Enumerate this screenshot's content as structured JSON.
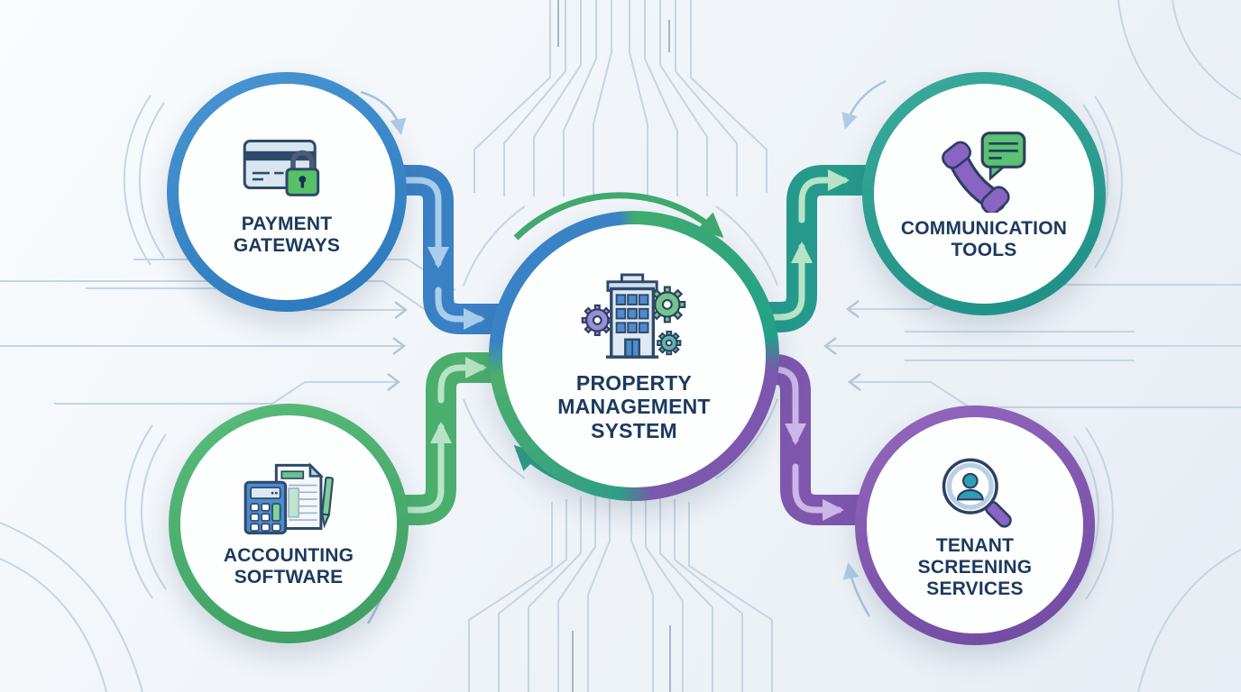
{
  "diagram": {
    "center_node": {
      "id": "property-management-system",
      "label": "PROPERTY MANAGEMENT SYSTEM",
      "lines": [
        "PROPERTY",
        "MANAGEMENT",
        "SYSTEM"
      ],
      "icon": "building-gears-icon"
    },
    "nodes": [
      {
        "id": "payment-gateways",
        "label": "PAYMENT GATEWAYS",
        "lines": [
          "PAYMENT",
          "GATEWAYS"
        ],
        "icon": "credit-card-lock-icon",
        "accent": "#3182c4"
      },
      {
        "id": "communication-tools",
        "label": "COMMUNICATION TOOLS",
        "lines": [
          "COMMUNICATION",
          "TOOLS"
        ],
        "icon": "phone-chat-bubble-icon",
        "accent": "#279c8d"
      },
      {
        "id": "accounting-software",
        "label": "ACCOUNTING SOFTWARE",
        "lines": [
          "ACCOUNTING",
          "SOFTWARE"
        ],
        "icon": "calculator-ledger-icon",
        "accent": "#4cae6d"
      },
      {
        "id": "tenant-screening-services",
        "label": "TENANT SCREENING SERVICES",
        "lines": [
          "TENANT",
          "SCREENING",
          "SERVICES"
        ],
        "icon": "magnifier-person-icon",
        "accent": "#7e57ad"
      }
    ],
    "colors": {
      "text": "#1c3a5e",
      "connector_blue": "#3a80c4",
      "connector_teal": "#259a8c",
      "connector_green": "#4cae6d",
      "connector_purple": "#7e57ad",
      "circuit_trace": "#c7d4e1",
      "background_start": "#fafcfe",
      "background_end": "#e7edf4"
    }
  }
}
